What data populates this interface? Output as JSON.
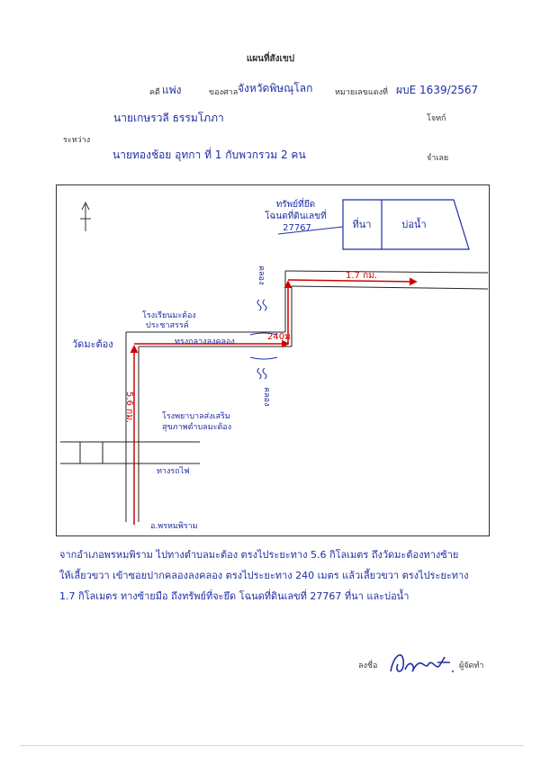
{
  "document": {
    "title": "แผนที่สังเขป",
    "labels": {
      "case": "คดี",
      "court": "ของศาล",
      "case_number": "หมายเลขแดงที่",
      "plaintiff": "โจทก์",
      "between": "ระหว่าง",
      "defendant": "จำเลย",
      "signature": "ลงชื่อ",
      "mapper": "ผู้จัดทำ"
    },
    "values": {
      "case_type": "แพ่ง",
      "court": "จังหวัดพิษณุโลก",
      "case_number": "ผบE 1639/2567",
      "plaintiff": "นายเกษรวลี ธรรมโภภา",
      "defendant": "นายทองช้อย อุทกา ที่ 1 กับพวกรวม 2 คน"
    },
    "ink_colors": {
      "blue": "#1f2fa3",
      "red": "#d00000"
    }
  },
  "map": {
    "target_label": "ทรัพย์ที่ยึด\nโฉนดที่ดินเลขที่\n27767",
    "land_label": "ที่นา",
    "pond_label": "บ่อน้ำ",
    "canal_label": "คลอง",
    "temple_label": "วัดมะต้อง",
    "school_label": "โรงเรียนมะต้อง\nประชาสรรค์",
    "hospital_label": "โรงพยาบาลส่งเสริม\nสุขภาพตำบลมะต้อง",
    "road_label": "ทรงกลางลงคลอง",
    "crossing_label": "ทางรถไฟ",
    "start_label": "อ.พรหมพิราม",
    "distance_1": "5.6 กม.",
    "distance_2": "240ม.",
    "distance_3": "1.7 กม."
  },
  "directions": "จากอำเภอพรหมพิราม ไปทางตำบลมะต้อง ตรงไประยะทาง 5.6 กิโลเมตร ถึงวัดมะต้องทางซ้าย\nให้เลี้ยวขวา เข้าซอยปากคลองลงคลอง ตรงไประยะทาง 240 เมตร แล้วเลี้ยวขวา ตรงไประยะทาง\n1.7 กิโลเมตร ทางซ้ายมือ ถึงทรัพย์ที่จะยึด โฉนดที่ดินเลขที่ 27767 ที่นา และบ่อน้ำ"
}
